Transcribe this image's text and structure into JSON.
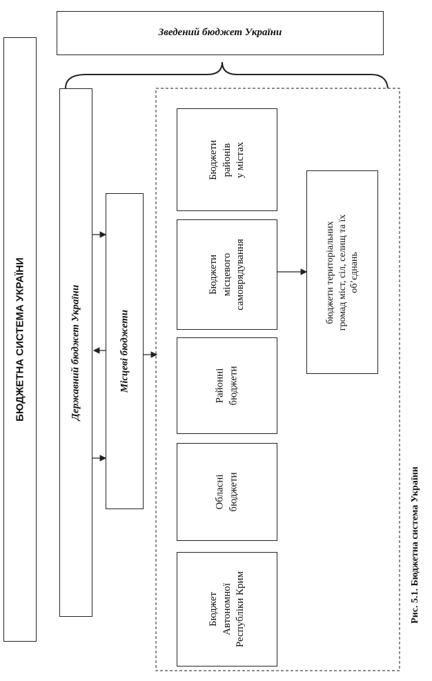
{
  "consolidated_budget": "Зведений бюджет України",
  "budget_system": "БЮДЖЕТНА СИСТЕМА УКРАЇНИ",
  "state_budget": "Державний бюджет України",
  "local_budgets": "Місцеві бюджети",
  "crimea_budget": [
    "Бюджет",
    "Автономної",
    "Республіки Крим"
  ],
  "oblast_budgets": [
    "Обласні",
    "бюджети"
  ],
  "district_budgets": [
    "Районні",
    "бюджети"
  ],
  "self_government_budgets": [
    "Бюджети",
    "місцевого",
    "самоврядування"
  ],
  "city_district_budgets": [
    "Бюджети",
    "районів",
    "у містах"
  ],
  "territorial_community_budgets": [
    "бюджети територіальних",
    "громад міст, сіл, селищ та їх",
    "об’єднань"
  ],
  "caption": "Рис. 5.1. Бюджетна система України"
}
